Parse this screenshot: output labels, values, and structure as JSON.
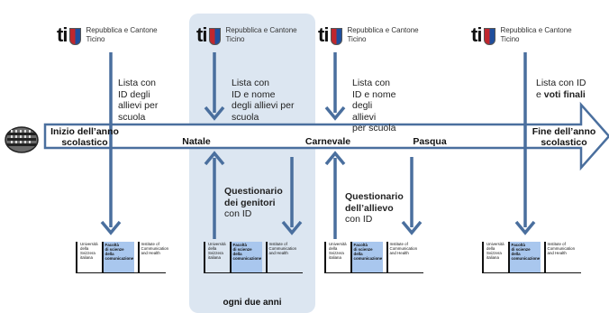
{
  "logo": {
    "mark": "ti",
    "line1": "Repubblica e Cantone",
    "line2": "Ticino"
  },
  "notes": {
    "n1": [
      "Lista con",
      "ID  degli",
      "allievi per",
      "scuola"
    ],
    "n2": [
      "Lista con",
      "ID  e nome",
      "degli allievi per",
      "scuola"
    ],
    "n3": [
      "Lista con",
      "ID  e nome",
      "degli",
      "allievi",
      "per scuola"
    ],
    "n4a": "Lista con ID",
    "n4b": "e ",
    "n4c": "voti finali",
    "q1a": "Questionario",
    "q1b": "dei genitori",
    "q1c": "con ID",
    "q2a": "Questionario",
    "q2b": "dell’allievo",
    "q2c": "con ID"
  },
  "milestones": {
    "start": [
      "Inizio dell’anno",
      "scolastico"
    ],
    "natale": "Natale",
    "carnevale": "Carnevale",
    "pasqua": "Pasqua",
    "end": [
      "Fine dell’anno",
      "scolastico"
    ]
  },
  "usi": {
    "c1": [
      "Università",
      "della",
      "Svizzera",
      "italiana"
    ],
    "c2": [
      "Facoltà",
      "di scienze della",
      "comunicazione"
    ],
    "c3": [
      "Institute of",
      "Communication",
      "and Health"
    ]
  },
  "panel_label": "ogni due anni",
  "colors": {
    "arrow": "#4a6f9e",
    "band": "#dce6f1",
    "usi_blue": "#a9c7ee"
  }
}
